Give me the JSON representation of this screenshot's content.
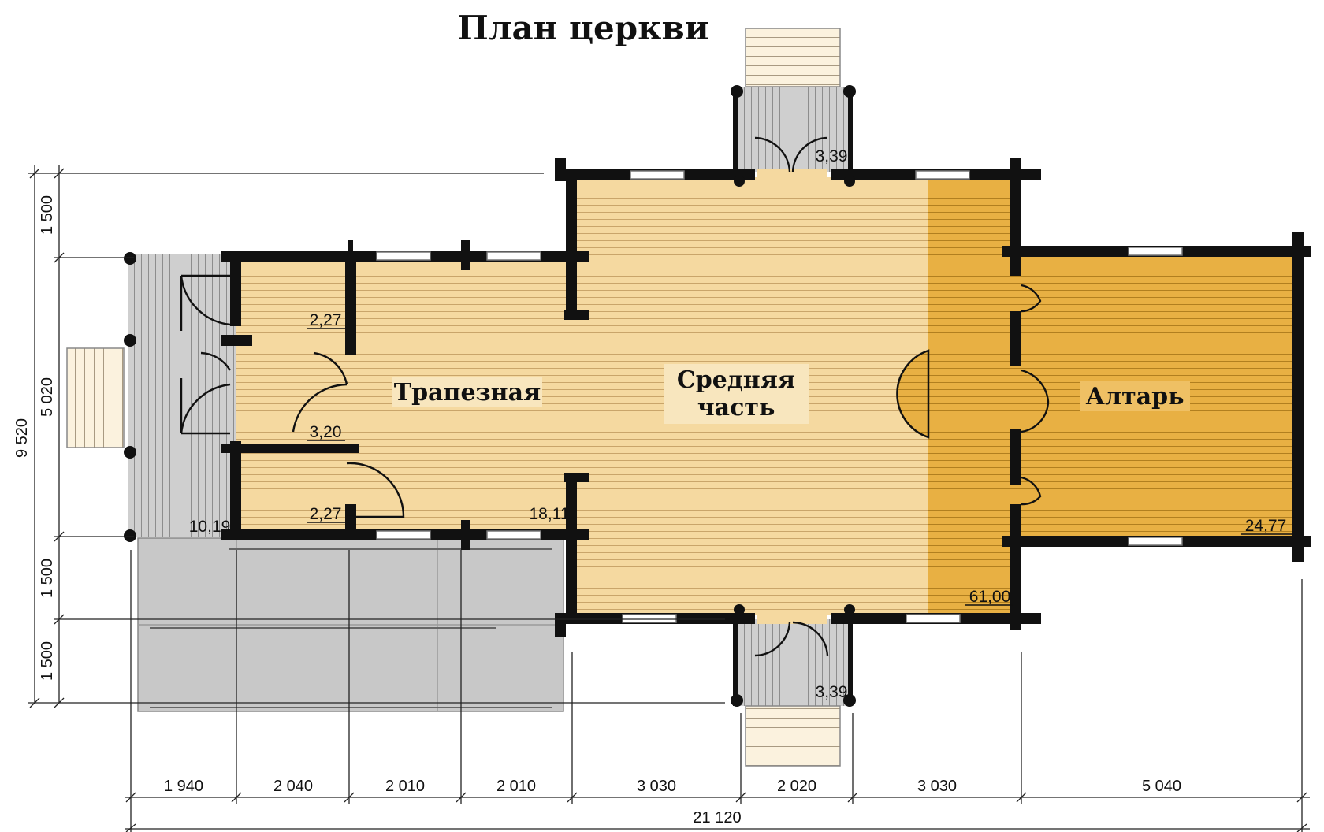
{
  "title": "План церкви",
  "rooms": {
    "refectory": "Трапезная",
    "middle_line1": "Средняя",
    "middle_line2": "часть",
    "altar": "Алтарь"
  },
  "areas": {
    "north_porch": "3,39",
    "south_porch": "3,39",
    "closet_top": "2,27",
    "closet_bottom": "2,27",
    "vestibule": "3,20",
    "west_porch": "10,19",
    "refectory": "18,11",
    "middle": "61,00",
    "altar": "24,77"
  },
  "dims_vertical": [
    "1 500",
    "5 020",
    "1 500",
    "1 500"
  ],
  "dim_total_vertical": "9 520",
  "dims_horizontal": [
    "1 940",
    "2 040",
    "2 010",
    "2 010",
    "3 030",
    "2 020",
    "3 030",
    "5 040"
  ],
  "dim_total_horizontal": "21 120",
  "colors": {
    "floor_light": "#f5d9a0",
    "floor_dark": "#e8b043",
    "porch_grey": "#cfcfcf",
    "terrace_grey": "#c8c8c8",
    "wall": "#111111"
  }
}
